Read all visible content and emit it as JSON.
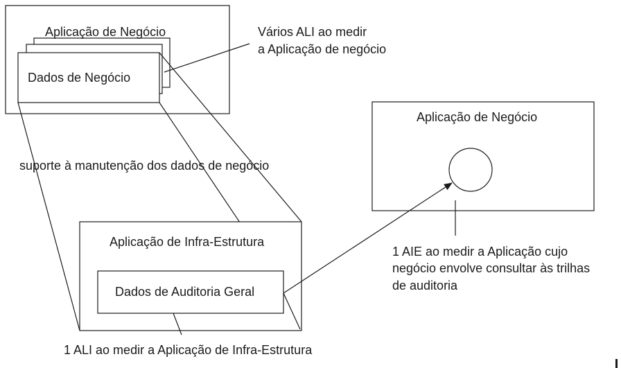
{
  "labels": {
    "top_app_title": "Aplicação de Negócio",
    "business_data": "Dados de Negócio",
    "multi_ali_line1": "Vários ALI ao medir",
    "multi_ali_line2": "a Aplicação de negócio",
    "right_app_title": "Aplicação de Negócio",
    "support_text": "suporte à manutenção dos dados de negócio",
    "infra_app_title": "Aplicação de Infra-Estrutura",
    "audit_data": "Dados de Auditoria Geral",
    "aie_line1": "1 AIE ao medir a Aplicação cujo",
    "aie_line2": "negócio envolve consultar às trilhas",
    "aie_line3": "de auditoria",
    "ali_infra": "1 ALI ao medir a Aplicação de Infra-Estrutura"
  }
}
